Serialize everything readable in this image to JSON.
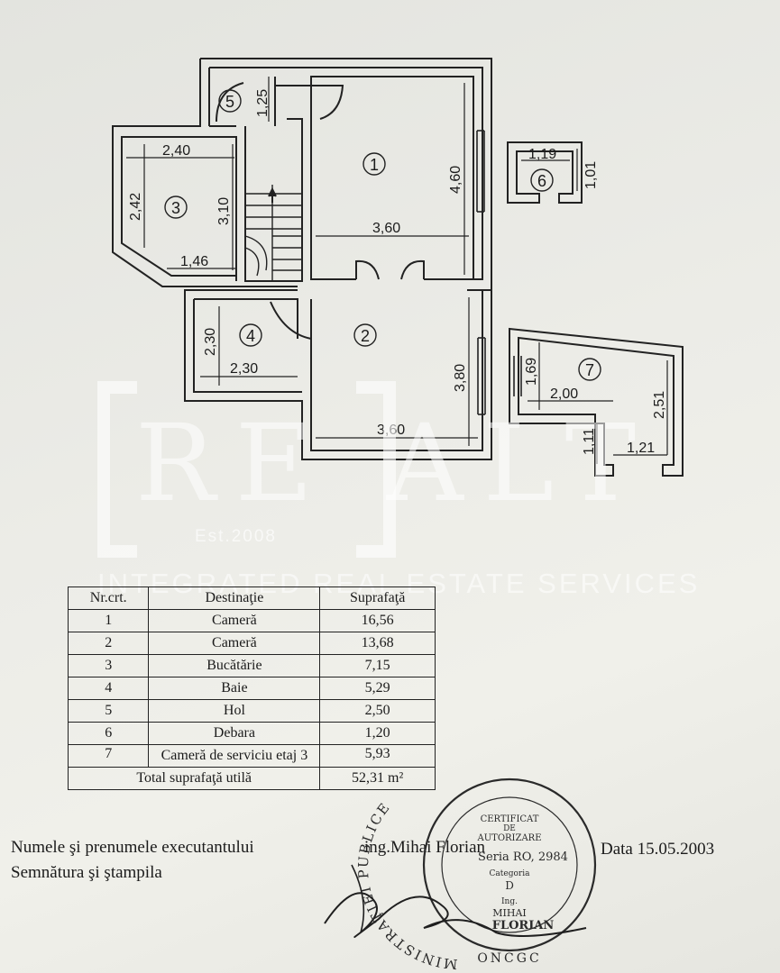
{
  "plan": {
    "rooms": [
      {
        "id": "1"
      },
      {
        "id": "2"
      },
      {
        "id": "3"
      },
      {
        "id": "4"
      },
      {
        "id": "5"
      },
      {
        "id": "6"
      },
      {
        "id": "7"
      }
    ],
    "dimensions": {
      "d_1_25": "1,25",
      "d_2_40": "2,40",
      "d_2_42": "2,42",
      "d_3_10": "3,10",
      "d_1_46": "1,46",
      "d_4_60": "4,60",
      "d_3_60_top": "3,60",
      "d_2_30_v": "2,30",
      "d_2_30_h": "2,30",
      "d_3_80": "3,80",
      "d_3_60_bottom": "3,60",
      "d_1_19": "1,19",
      "d_1_01": "1,01",
      "d_1_69": "1,69",
      "d_2_00": "2,00",
      "d_2_51": "2,51",
      "d_1_11": "1,11",
      "d_1_21": "1,21"
    }
  },
  "watermark": {
    "logo": "RE ALT",
    "est": "Est.2008",
    "tagline": "INTEGRATED REAL ESTATE SERVICES"
  },
  "table": {
    "headers": {
      "nr": "Nr.crt.",
      "destinatie": "Destinaţie",
      "suprafata": "Suprafaţă"
    },
    "rows": [
      {
        "nr": "1",
        "destinatie": "Cameră",
        "suprafata": "16,56"
      },
      {
        "nr": "2",
        "destinatie": "Cameră",
        "suprafata": "13,68"
      },
      {
        "nr": "3",
        "destinatie": "Bucătărie",
        "suprafata": "7,15"
      },
      {
        "nr": "4",
        "destinatie": "Baie",
        "suprafata": "5,29"
      },
      {
        "nr": "5",
        "destinatie": "Hol",
        "suprafata": "2,50"
      },
      {
        "nr": "6",
        "destinatie": "Debara",
        "suprafata": "1,20"
      },
      {
        "nr": "7",
        "destinatie": "Cameră de serviciu etaj 3",
        "suprafata": "5,93"
      }
    ],
    "total_label": "Total suprafaţă utilă",
    "total_value": "52,31 m²"
  },
  "footer": {
    "executant_label": "Numele şi prenumele executantului",
    "executant_name": "ing.Mihai Florian",
    "date": "Data 15.05.2003",
    "signature_label": "Semnătura şi ştampila"
  },
  "stamp": {
    "outer_text": "MINISTERUL ADMINISTRAŢIEI PUBLICE",
    "line1": "CERTIFICAT",
    "line2": "DE",
    "line3": "AUTORIZARE",
    "line4": "Seria RO, 2984",
    "line5": "Categoria",
    "line6": "D",
    "line7": "Ing.",
    "line8": "MIHAI",
    "line9": "FLORIAN",
    "bottom": "ONCGC"
  }
}
